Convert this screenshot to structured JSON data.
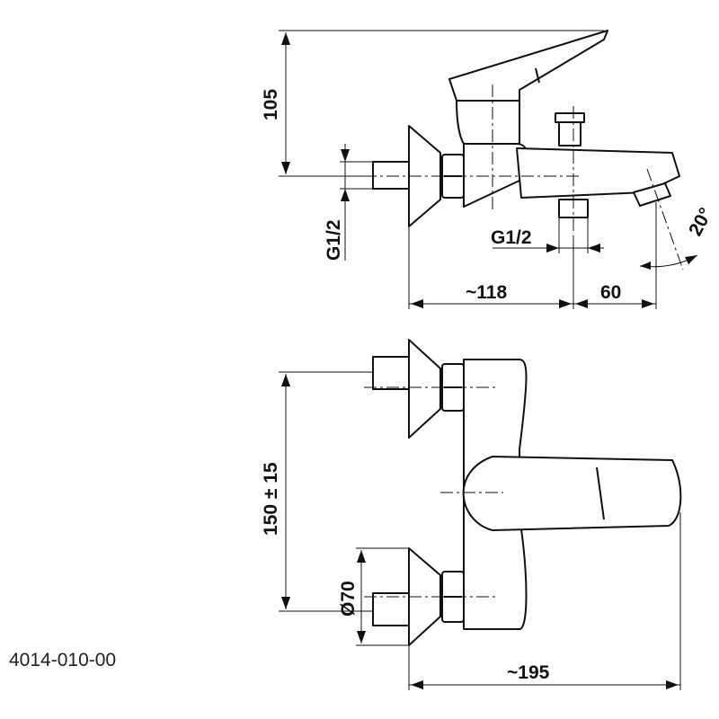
{
  "product_code": "4014-010-00",
  "dimensions": {
    "spout_height": "105",
    "inlet_thread_left": "G1/2",
    "outlet_thread": "G1/2",
    "body_to_outlet": "~118",
    "outlet_to_tip": "60",
    "spout_angle": "20°",
    "inlet_spacing": "150 ± 15",
    "cover_diameter": "Ø70",
    "total_width": "~195"
  }
}
